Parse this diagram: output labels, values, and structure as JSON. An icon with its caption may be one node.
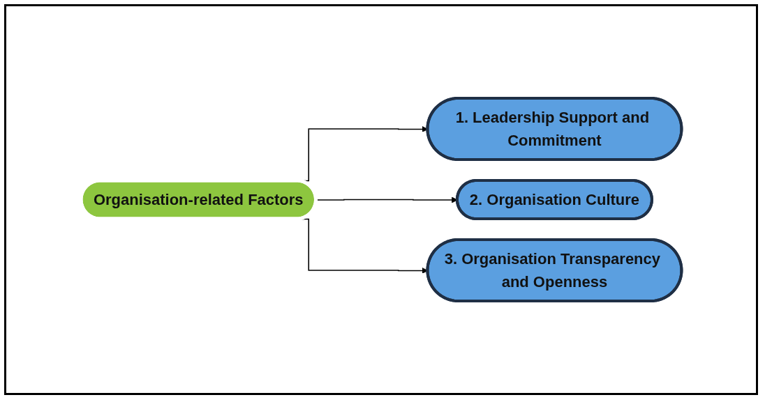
{
  "diagram": {
    "nodes": [
      {
        "text": [
          "Organisation-related Factors"
        ]
      },
      {
        "text": [
          "1. Leadership Support and Commitment"
        ]
      },
      {
        "text": [
          "2. Organisation Culture"
        ]
      },
      {
        "text": [
          "3. Organisation Transparency and Openness"
        ]
      }
    ],
    "edges": [
      {
        "from": 0,
        "to": 1,
        "arrow": "to"
      },
      {
        "from": 0,
        "to": 2,
        "arrow": "to"
      },
      {
        "from": 0,
        "to": 3,
        "arrow": "to"
      }
    ]
  }
}
